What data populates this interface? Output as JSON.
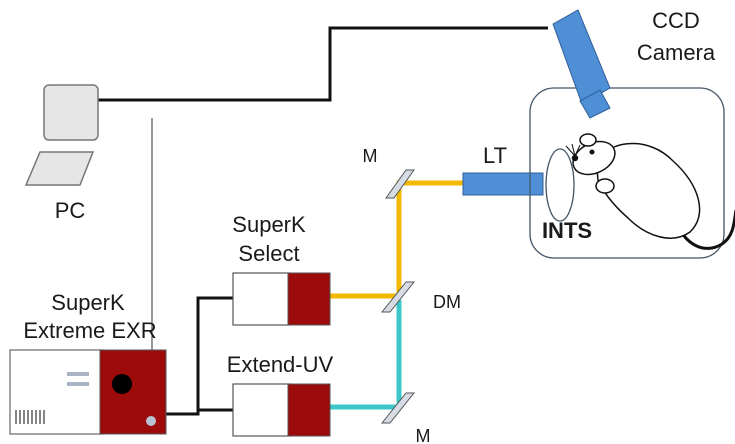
{
  "labels": {
    "ccd_line1": "CCD",
    "ccd_line2": "Camera",
    "pc": "PC",
    "superk_select_line1": "SuperK",
    "superk_select_line2": "Select",
    "superk_extreme_line1": "SuperK",
    "superk_extreme_line2": "Extreme EXR",
    "extend_uv": "Extend-UV",
    "mirror_top": "M",
    "mirror_bottom": "M",
    "dichroic": "DM",
    "lt": "LT",
    "ints": "INTS"
  },
  "colors": {
    "camera_blue": "#4f8fd6",
    "lightguide_blue": "#4f8fd6",
    "laser_red": "#9c0a0a",
    "beam_yellow": "#f5b800",
    "beam_cyan": "#3cc8c8",
    "cable": "#111111",
    "mirror": "#d6dce4"
  }
}
